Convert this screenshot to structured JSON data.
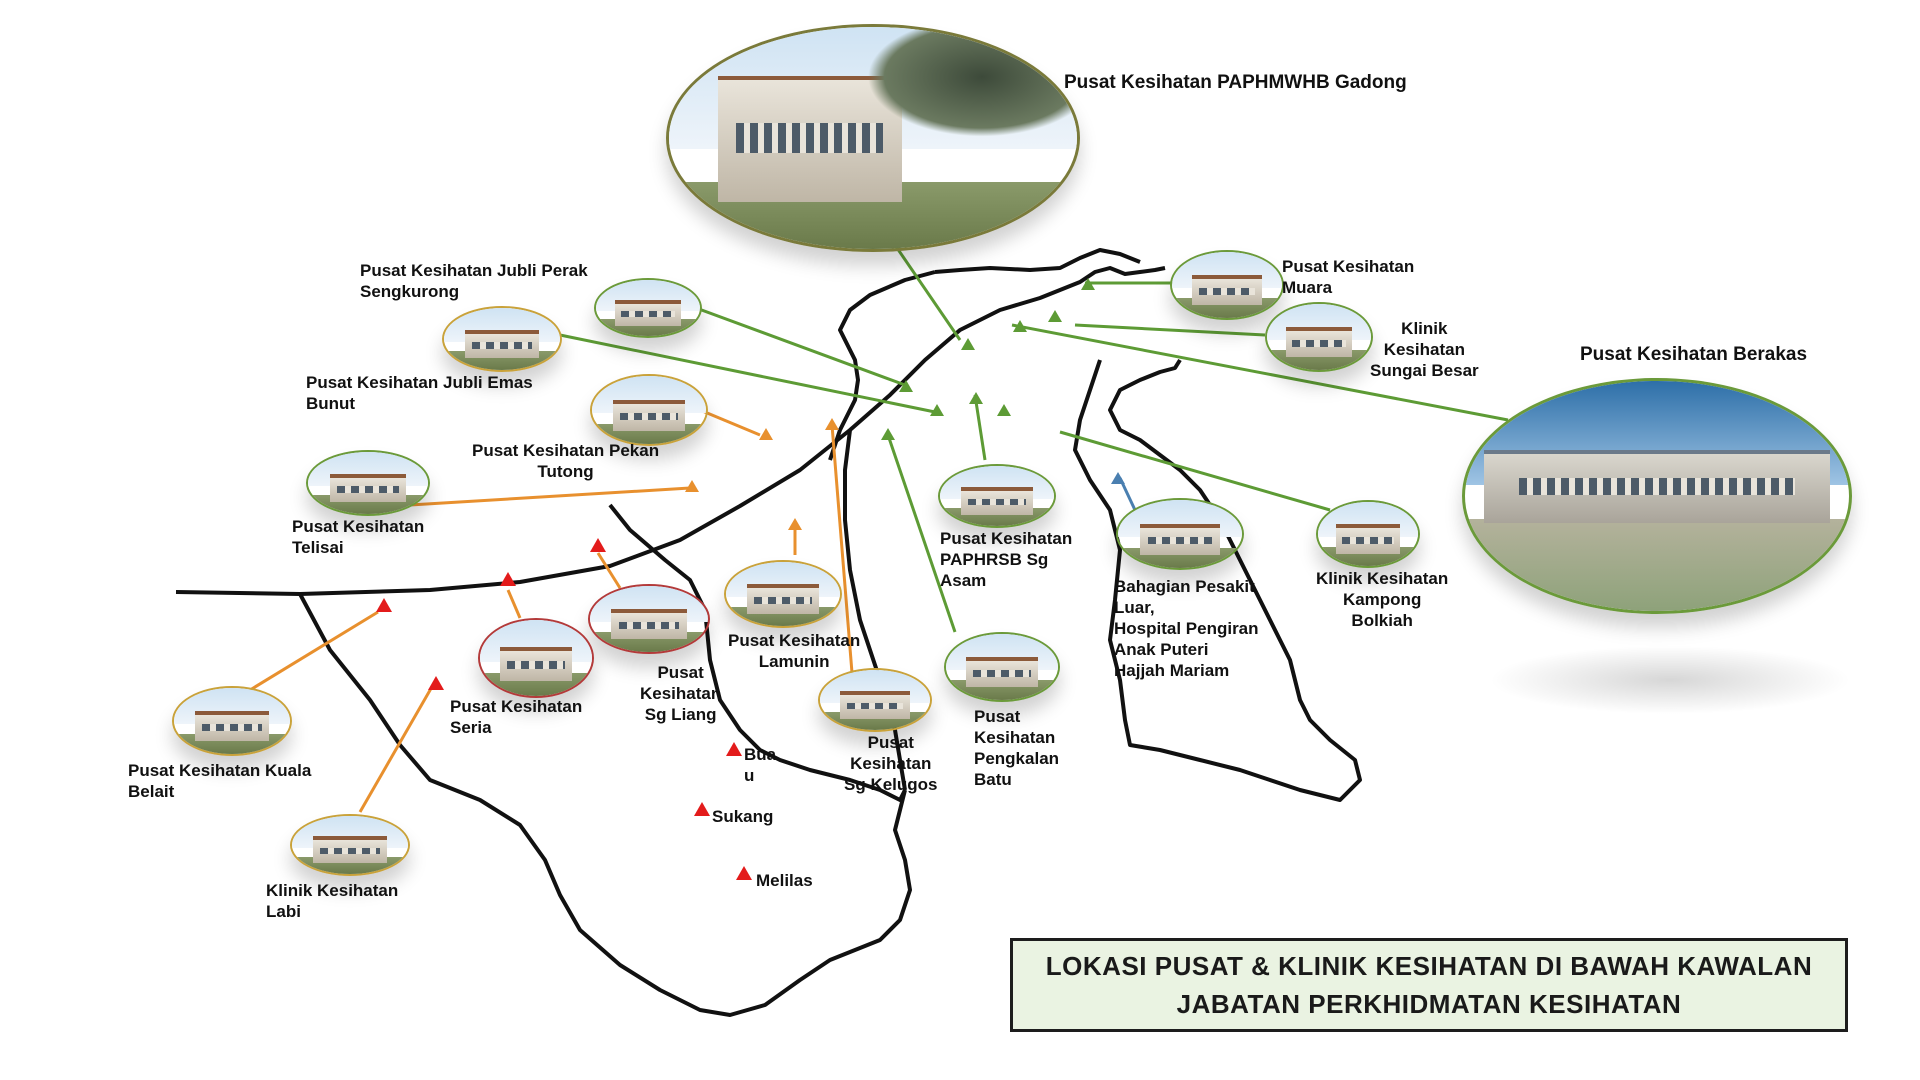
{
  "title_box": {
    "line1": "LOKASI PUSAT & KLINIK KESIHATAN DI BAWAH KAWALAN",
    "line2": "JABATAN PERKHIDMATAN  KESIHATAN"
  },
  "colors": {
    "outline": "#111111",
    "green_marker": "#5d9b35",
    "orange_marker": "#e8902e",
    "red_marker": "#e31b1b",
    "blue_marker": "#4a7fb0",
    "title_box_bg": "#eaf3e2"
  },
  "facilities": [
    {
      "id": "gadong",
      "label": "Pusat Kesihatan PAPHMWHB Gadong",
      "marker": "green"
    },
    {
      "id": "muara",
      "label": "Pusat Kesihatan\nMuara",
      "marker": "green"
    },
    {
      "id": "sungai-besar",
      "label": "Klinik\nKesihatan\nSungai Besar",
      "marker": "green"
    },
    {
      "id": "berakas",
      "label": "Pusat Kesihatan Berakas",
      "marker": "green"
    },
    {
      "id": "jubli-perak",
      "label": "Pusat Kesihatan Jubli Perak\nSengkurong",
      "marker": "green"
    },
    {
      "id": "jubli-emas",
      "label": "Pusat Kesihatan Jubli Emas\nBunut",
      "marker": "green"
    },
    {
      "id": "pekan-tutong",
      "label": "Pusat Kesihatan Pekan\nTutong",
      "marker": "orange"
    },
    {
      "id": "telisai",
      "label": "Pusat Kesihatan\nTelisai",
      "marker": "orange"
    },
    {
      "id": "kuala-belait",
      "label": "Pusat Kesihatan Kuala\nBelait",
      "marker": "red"
    },
    {
      "id": "seria",
      "label": "Pusat Kesihatan\nSeria",
      "marker": "red"
    },
    {
      "id": "sg-liang",
      "label": "Pusat\nKesihatan\nSg Liang",
      "marker": "red"
    },
    {
      "id": "labi",
      "label": "Klinik Kesihatan\nLabi",
      "marker": "red"
    },
    {
      "id": "lamunin",
      "label": "Pusat Kesihatan\nLamunin",
      "marker": "orange"
    },
    {
      "id": "sg-kelugos",
      "label": "Pusat\nKesihatan\nSg Kelugos",
      "marker": "orange"
    },
    {
      "id": "sg-asam",
      "label": "Pusat Kesihatan\nPAPHRSB Sg\nAsam",
      "marker": "green"
    },
    {
      "id": "pengkalan-batu",
      "label": "Pusat\nKesihatan\nPengkalan\nBatu",
      "marker": "green"
    },
    {
      "id": "hospital-pengiran",
      "label": "Bahagian Pesakit\nLuar,\nHospital Pengiran\nAnak Puteri\nHajjah Mariam",
      "marker": "blue"
    },
    {
      "id": "bolkiah",
      "label": "Klinik Kesihatan\nKampong\nBolkiah",
      "marker": "green"
    }
  ],
  "place_markers": [
    {
      "id": "buau",
      "label": "Bua\nu"
    },
    {
      "id": "sukang",
      "label": "Sukang"
    },
    {
      "id": "melilas",
      "label": "Melilas"
    }
  ]
}
